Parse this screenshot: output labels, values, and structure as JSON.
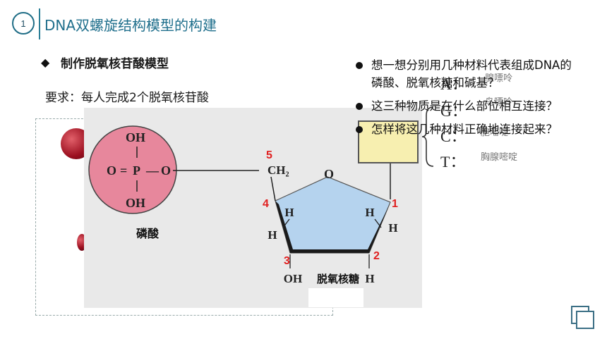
{
  "header": {
    "number": "1",
    "title": "DNA双螺旋结构模型的构建"
  },
  "section": {
    "bullet": "◆",
    "subtitle": "制作脱氧核苷酸模型",
    "requirement": "要求：每人完成2个脱氧核苷酸"
  },
  "figure": {
    "phosphate": {
      "oh_top": "OH",
      "o_eq": "O",
      "eq": "=",
      "p": "P",
      "dash": "—",
      "o_right": "O",
      "oh_bottom": "OH",
      "name": "磷酸"
    },
    "sugar": {
      "ch2": "CH₂",
      "ring_o": "O",
      "h_left_upper": "H",
      "h_right_upper": "H",
      "h_left_lower": "H",
      "h_right_lower": "H",
      "oh": "OH",
      "h_bottom": "H",
      "name": "脱氧核糖"
    },
    "carbon_numbers": [
      "5",
      "4",
      "3",
      "2",
      "1"
    ]
  },
  "questions": [
    "想一想分别用几种材料代表组成DNA的磷酸、脱氧核糖和碱基？",
    "这三种物质是在什么部位相互连接？",
    "怎样将这几种材料正确地连接起来？"
  ],
  "bases": {
    "letters": [
      "A：",
      "G：",
      "C：",
      "T："
    ],
    "names": [
      "腺嘌呤",
      "鸟嘌呤",
      "胞嘧啶",
      "胸腺嘧啶"
    ]
  },
  "colors": {
    "title": "#1f6f8c",
    "phosphate": "#e7879c",
    "sugar": "#b5d3ee",
    "carbon_number": "#e02020",
    "label_box": "#f7efb0"
  }
}
